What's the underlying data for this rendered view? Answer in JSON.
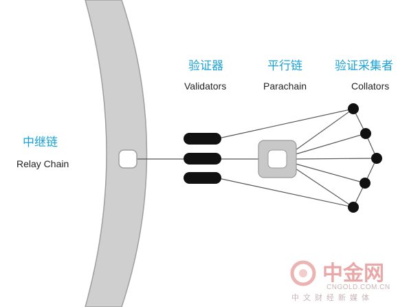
{
  "relay_chain": {
    "label_cn": "中继链",
    "label_en": "Relay Chain"
  },
  "validators": {
    "label_cn": "验证器",
    "label_en": "Validators",
    "count": 3
  },
  "parachain": {
    "label_cn": "平行链",
    "label_en": "Parachain"
  },
  "collators": {
    "label_cn": "验证采集者",
    "label_en": "Collators",
    "count": 5
  },
  "watermark": {
    "logo_text": "中金网",
    "url": "CNGOLD.COM.CN",
    "subtitle": "中文财经新媒体"
  },
  "colors": {
    "label_cn": "#1aa3d6",
    "label_en": "#222222",
    "ring_fill": "#cfcfcf",
    "ring_stroke": "#9e9e9e",
    "node_fill": "#111111",
    "line": "#555555",
    "parachain_fill": "#c8c8c8",
    "watermark": "#e8a8a8"
  }
}
